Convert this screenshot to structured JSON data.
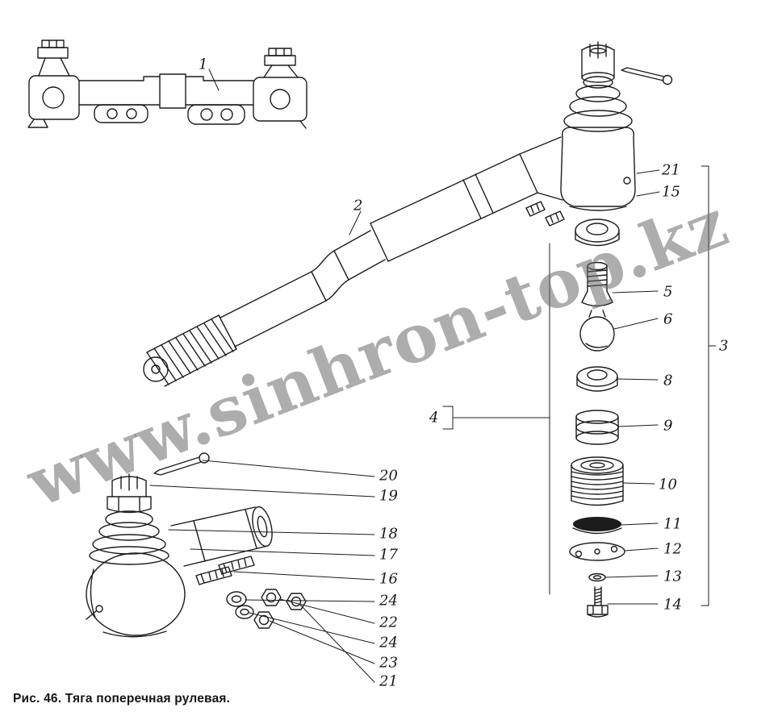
{
  "figure": {
    "caption": "Рис. 46. Тяга поперечная рулевая.",
    "watermark": "www.sinhron-top.kz"
  },
  "colors": {
    "ink": "#1c1c1c",
    "paper": "#ffffff",
    "watermark_gray": "#6a6a6a"
  },
  "callouts": {
    "c1": "1",
    "c2": "2",
    "c3": "3",
    "c4": "4",
    "c5": "5",
    "c6": "6",
    "c8": "8",
    "c9": "9",
    "c10": "10",
    "c11": "11",
    "c12": "12",
    "c13": "13",
    "c14": "14",
    "c15": "15",
    "c16": "16",
    "c17": "17",
    "c18": "18",
    "c19": "19",
    "c20": "20",
    "c21_top": "21",
    "c21_bottom": "21",
    "c22": "22",
    "c23": "23",
    "c24_upper": "24",
    "c24_lower": "24"
  }
}
